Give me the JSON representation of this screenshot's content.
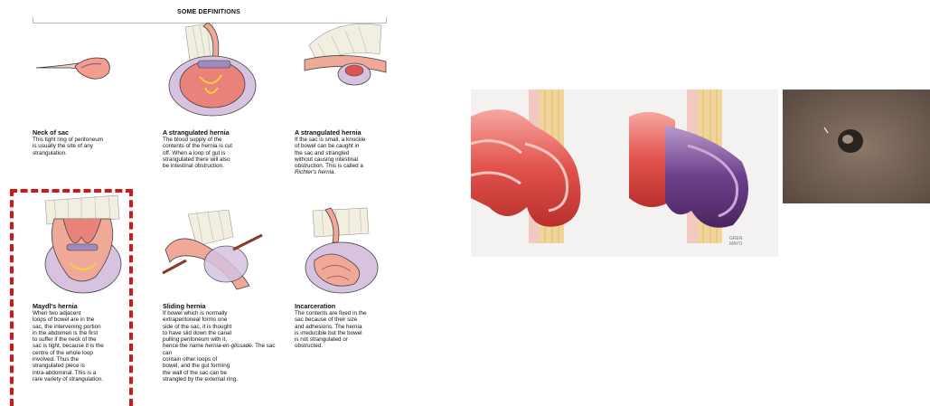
{
  "header": {
    "title": "SOME DEFINITIONS"
  },
  "panels": [
    {
      "title": "Neck of sac",
      "text": "This tight ring of peritoneum\nis usually the site of any\nstrangulation."
    },
    {
      "title": "A strangulated hernia",
      "text": "The blood supply of the\ncontents of the hernia is cut\noff. When a loop of gut is\nstrangulated there will also\nbe intestinal obstruction."
    },
    {
      "title": "A strangulated hernia",
      "text": "If the sac is small, a knuckle\nof bowel can be caught in\nthe sac and strangled\nwithout causing intestinal\nobstruction. This is called a",
      "italic": "Richter's hernia."
    },
    {
      "title": "Maydl's hernia",
      "text": "When two adjacent\nloops of bowel are in the\nsac, the intervening portion\nin the abdomen is the first\nto suffer if the neck of the\nsac is tight, because it is the\ncentre of the whole loop\ninvolved. Thus the\nstrangulated piece is\nintra-abdominal. This is a\nrare variety of strangulation."
    },
    {
      "title": "Sliding hernia",
      "text": "If bowel which is normally\nextraperitoneal forms one\nside of the sac, it is thought\nto have slid down the canal\npulling peritoneum with it,\nhence the name",
      "italic": "hernia-en-glissade",
      "text2": ". The sac can\ncontain other loops of\nbowel, and the gut forming\nthe wall of the sac can be\nstrangled by the external ring."
    },
    {
      "title": "Incarceration",
      "text": "The contents are fixed in the\nsac because of their size\nand adhesions. The hernia\nis irreducible but the bowel\nis not strangulated or\nobstructed."
    }
  ],
  "highlight": {
    "color": "#d01818",
    "target": "Maydl's hernia"
  },
  "illustration": {
    "signature": "GREN\nMAYO"
  }
}
